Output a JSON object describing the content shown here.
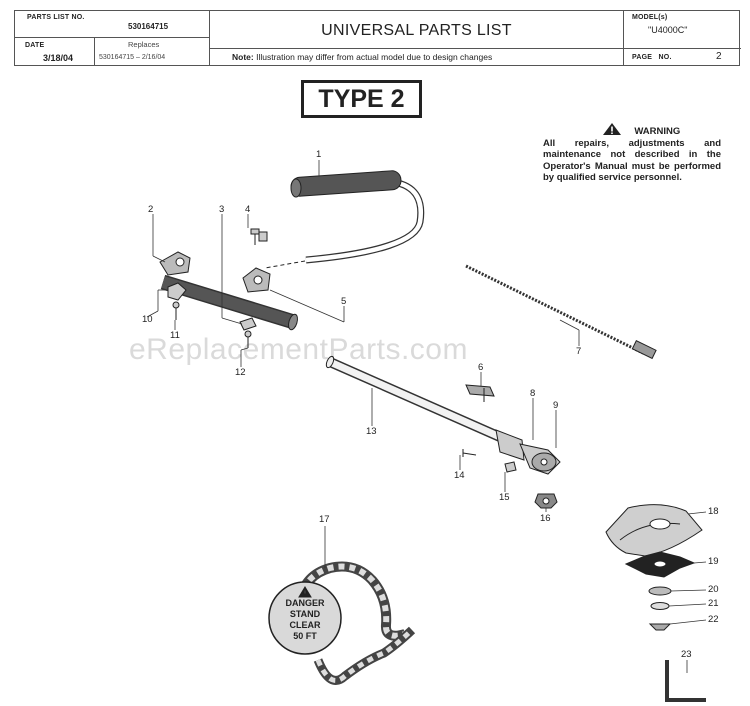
{
  "header": {
    "parts_list_label": "PARTS LIST NO.",
    "parts_list_no": "530164715",
    "date_label": "DATE",
    "date": "3/18/04",
    "replaces_label": "Replaces",
    "replaces": "530164715 – 2/16/04",
    "title": "UNIVERSAL PARTS LIST",
    "note_bold": "Note:",
    "note": "Illustration may differ from actual model due to design changes",
    "model_label": "MODEL(s)",
    "model": "\"U4000C\"",
    "page_label": "PAGE   NO.",
    "page_no": "2"
  },
  "type_label": "TYPE 2",
  "warning": {
    "icon": "warning-triangle-icon",
    "title": "WARNING",
    "text": "All repairs, adjustments and maintenance not described in the Operator's Manual must be performed by qualified service personnel."
  },
  "danger_sign": {
    "line1": "DANGER",
    "line2": "STAND",
    "line3": "CLEAR",
    "line4": "50 FT"
  },
  "watermark": "eReplacementParts.com",
  "callouts": [
    "1",
    "2",
    "3",
    "4",
    "5",
    "6",
    "7",
    "8",
    "9",
    "10",
    "11",
    "12",
    "13",
    "14",
    "15",
    "16",
    "17",
    "18",
    "19",
    "20",
    "21",
    "22",
    "23"
  ]
}
